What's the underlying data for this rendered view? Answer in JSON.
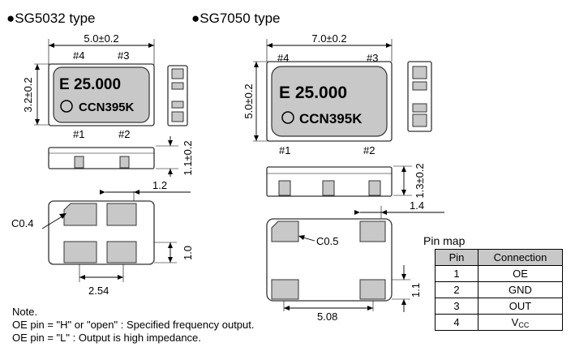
{
  "sg5032": {
    "title": "●SG5032 type",
    "dim_length": "5.0±0.2",
    "dim_width": "3.2±0.2",
    "dim_height": "1.1±0.2",
    "dim_pad_offset": "1.2",
    "dim_chamfer": "C0.4",
    "dim_pad_height": "1.0",
    "dim_pitch": "2.54",
    "pin4": "#4",
    "pin3": "#3",
    "pin1": "#1",
    "pin2": "#2",
    "marking_line1": "E 25.000",
    "marking_line2": "CCN395K"
  },
  "sg7050": {
    "title": "●SG7050 type",
    "dim_length": "7.0±0.2",
    "dim_width": "5.0±0.2",
    "dim_height": "1.3±0.2",
    "dim_pad_offset": "1.4",
    "dim_chamfer": "C0.5",
    "dim_pad_height": "1.1",
    "dim_pitch": "5.08",
    "pin4": "#4",
    "pin3": "#3",
    "pin1": "#1",
    "pin2": "#2",
    "marking_line1": "E 25.000",
    "marking_line2": "CCN395K"
  },
  "pin_map": {
    "title": "Pin map",
    "headers": [
      "Pin",
      "Connection"
    ],
    "rows": [
      {
        "pin": "1",
        "connection": "OE"
      },
      {
        "pin": "2",
        "connection": "GND"
      },
      {
        "pin": "3",
        "connection": "OUT"
      },
      {
        "pin": "4",
        "main": "V",
        "sub": "CC"
      }
    ]
  },
  "notes": {
    "heading": "Note.",
    "line1": "OE pin = \"H\" or \"open\" : Specified frequency output.",
    "line2": "OE pin = \"L\" : Output is high impedance."
  },
  "colors": {
    "fill": "#c8c8c8",
    "stroke": "#333333"
  }
}
